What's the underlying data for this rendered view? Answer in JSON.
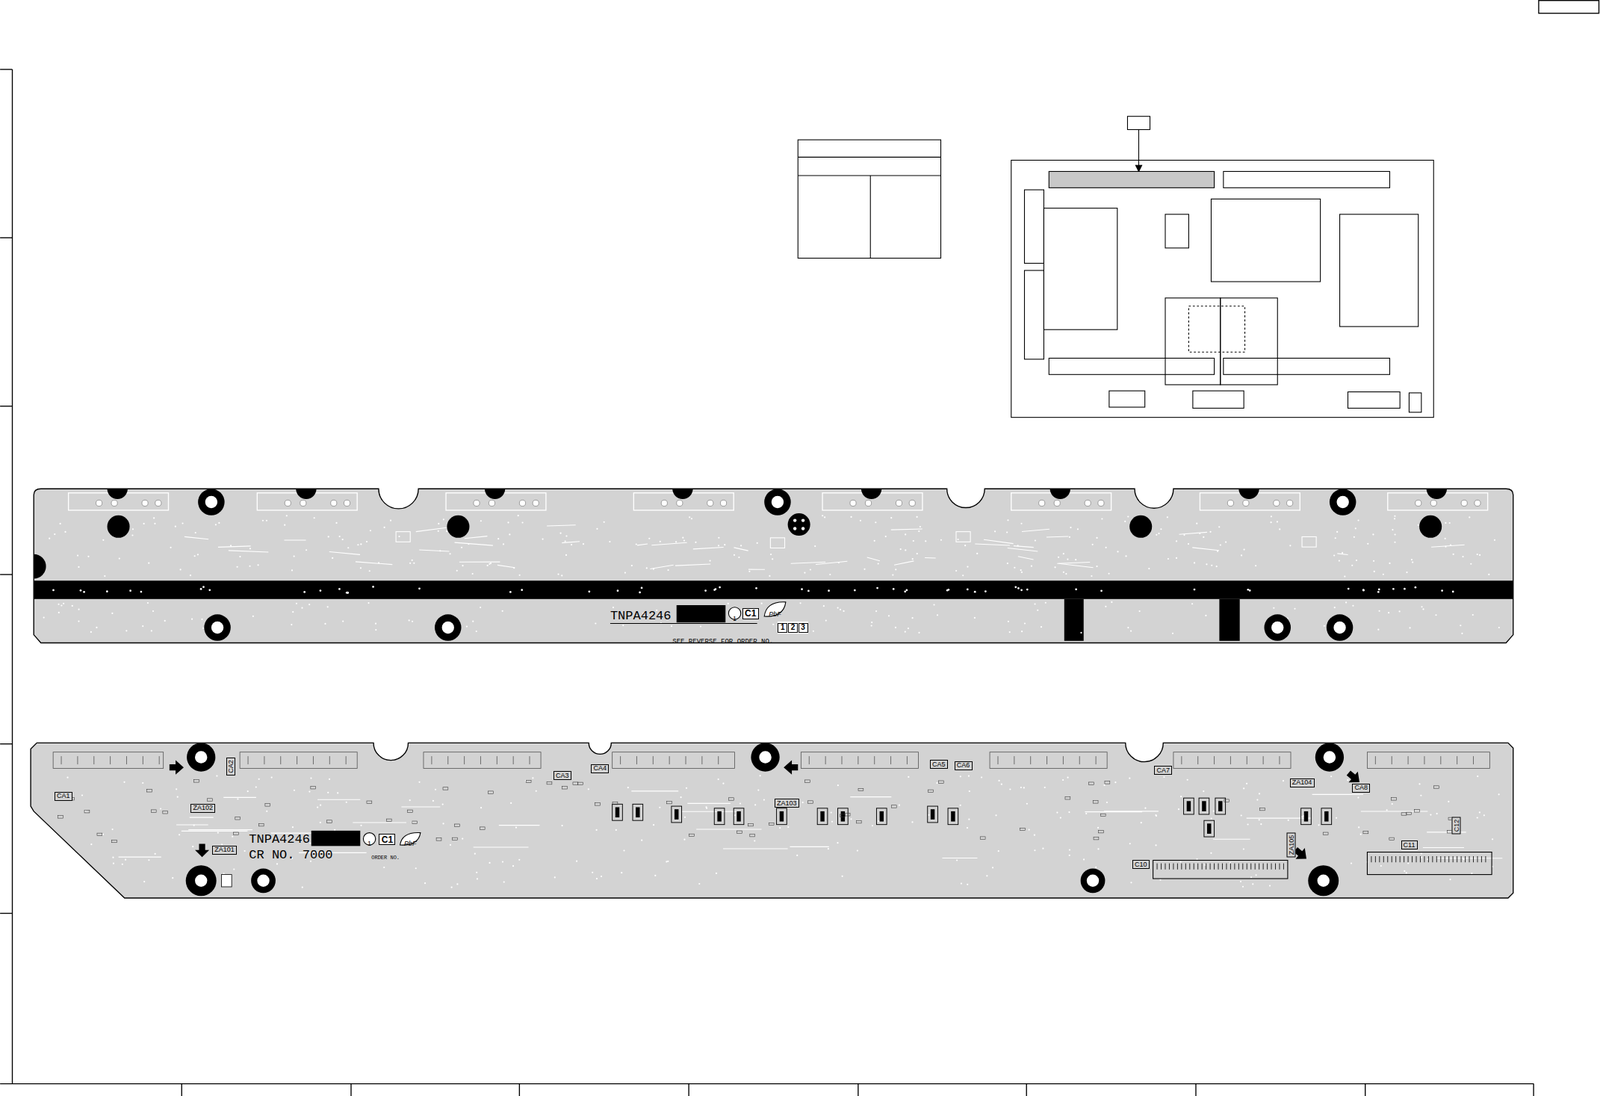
{
  "diagram": {
    "nodes": [
      {
        "text": [
          "C1"
        ]
      },
      {
        "text": [
          "1"
        ]
      },
      {
        "text": [
          "2"
        ]
      },
      {
        "text": [
          "3"
        ]
      },
      {
        "text": [
          "C1"
        ]
      },
      {
        "text": [
          "CA1"
        ]
      },
      {
        "text": [
          "CA2"
        ]
      },
      {
        "text": [
          "ZA102"
        ]
      },
      {
        "text": [
          "ZA101"
        ]
      },
      {
        "text": [
          "CA3"
        ]
      },
      {
        "text": [
          "CA4"
        ]
      },
      {
        "text": [
          "ZA103"
        ]
      },
      {
        "text": [
          "CA5"
        ]
      },
      {
        "text": [
          "CA6"
        ]
      },
      {
        "text": [
          "CA7"
        ]
      },
      {
        "text": [
          "ZA104"
        ]
      },
      {
        "text": [
          "CA8"
        ]
      },
      {
        "text": [
          "ZA105"
        ]
      },
      {
        "text": [
          "C10"
        ]
      },
      {
        "text": [
          "C11"
        ]
      },
      {
        "text": [
          "C12"
        ]
      }
    ],
    "labels": [
      "TNPA4246",
      "1",
      "PbF",
      "SEE REVERSE FOR ORDER NO.",
      "TNPA4246",
      "1",
      "PbF",
      "CR NO. 7000",
      "ORDER NO."
    ]
  }
}
